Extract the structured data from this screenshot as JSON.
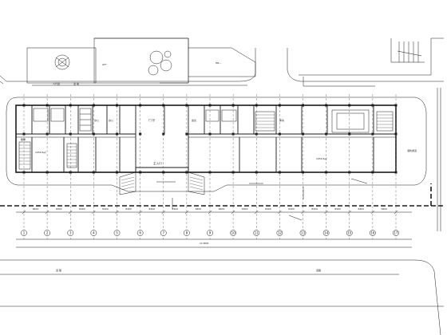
{
  "labels": {
    "north_road": "道 路",
    "west_label": "人行道",
    "entrance": "主入口",
    "hall": "门 厅",
    "room_a": "办公",
    "room_b": "办公",
    "room_c": "会议",
    "room_d": "库房",
    "area_left": "1050.6㎡",
    "area_right": "1050.6㎡",
    "stair_label": "楼梯",
    "total_dim": "113600",
    "bottom_label": "道 路",
    "road_label": "道路",
    "right_label": "消防通道"
  },
  "axes": [
    "1",
    "2",
    "3",
    "4",
    "5",
    "6",
    "7",
    "8",
    "9",
    "10",
    "11",
    "12",
    "13",
    "14",
    "15",
    "16",
    "17"
  ],
  "dims": [
    "8400",
    "8400",
    "8400",
    "8400",
    "8400",
    "8400",
    "8400",
    "8400",
    "8400",
    "8400",
    "8400",
    "8400",
    "8400",
    "8400",
    "8400",
    "8400"
  ]
}
